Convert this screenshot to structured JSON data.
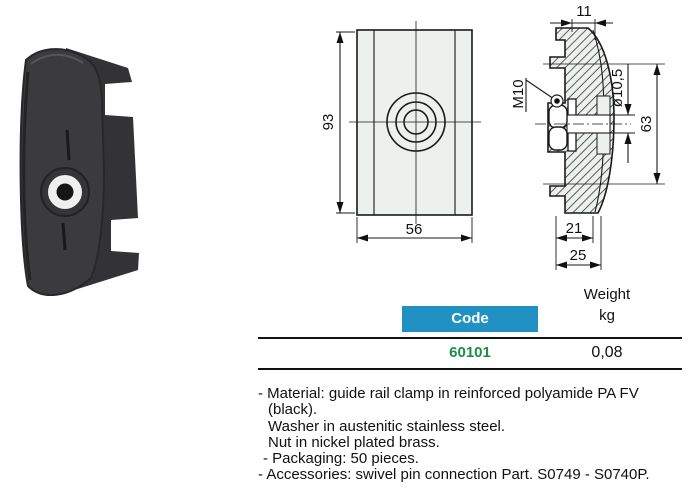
{
  "photo": {
    "alt": "Black guide rail clamp with stainless washer"
  },
  "front_view": {
    "dim_height": "93",
    "dim_width": "56"
  },
  "section_view": {
    "dim_top_width": "11",
    "label_thread": "M10",
    "dim_hole": "ø10,5",
    "dim_height": "63",
    "dim_depth_inner": "21",
    "dim_depth_outer": "25"
  },
  "table": {
    "headers": {
      "code": "Code",
      "weight": "Weight",
      "weight_unit": "kg"
    },
    "rows": [
      {
        "code": "60101",
        "weight": "0,08"
      }
    ]
  },
  "notes": [
    "- Material: guide rail clamp in reinforced polyamide PA FV",
    "(black).",
    "Washer in austenitic stainless steel.",
    "Nut in nickel plated brass.",
    "- Packaging: 50 pieces.",
    "- Accessories: swivel pin connection Part. S0749 - S0740P."
  ],
  "colors": {
    "accent_blue": "#2191c4",
    "code_green": "#1e8c45",
    "drawing_fill": "#edf1ed"
  }
}
